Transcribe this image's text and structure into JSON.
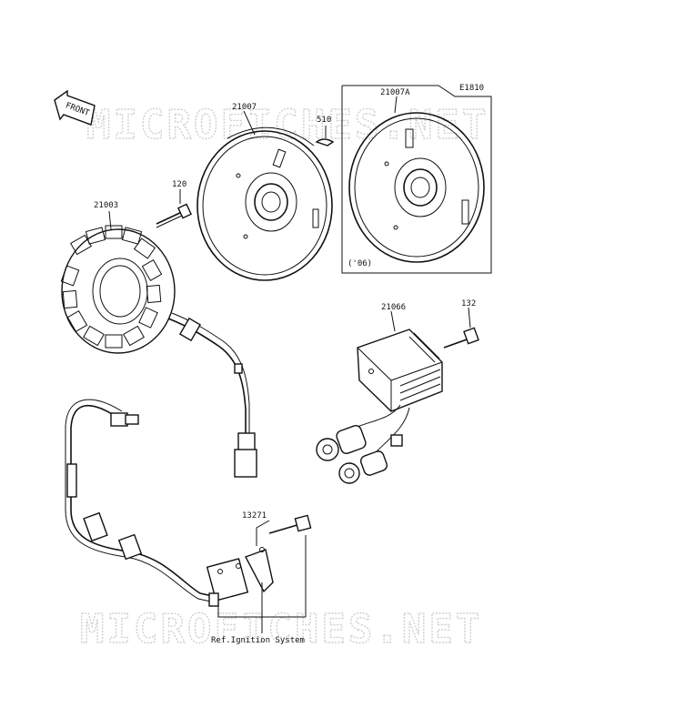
{
  "diagram": {
    "code": "E1810",
    "watermarks": [
      "MICROFICHES.NET",
      "MICROFICHES.NET"
    ],
    "front_label": "FRONT",
    "labels": {
      "flywheel": "21007",
      "flywheel_alt": "21007A",
      "key": "510",
      "bolt_stator": "120",
      "stator": "21003",
      "regulator": "21066",
      "bolt_regulator": "132",
      "bolt_pickup": "13271",
      "alt_year": "('06)",
      "ref_ignition": "Ref.Ignition System"
    }
  }
}
